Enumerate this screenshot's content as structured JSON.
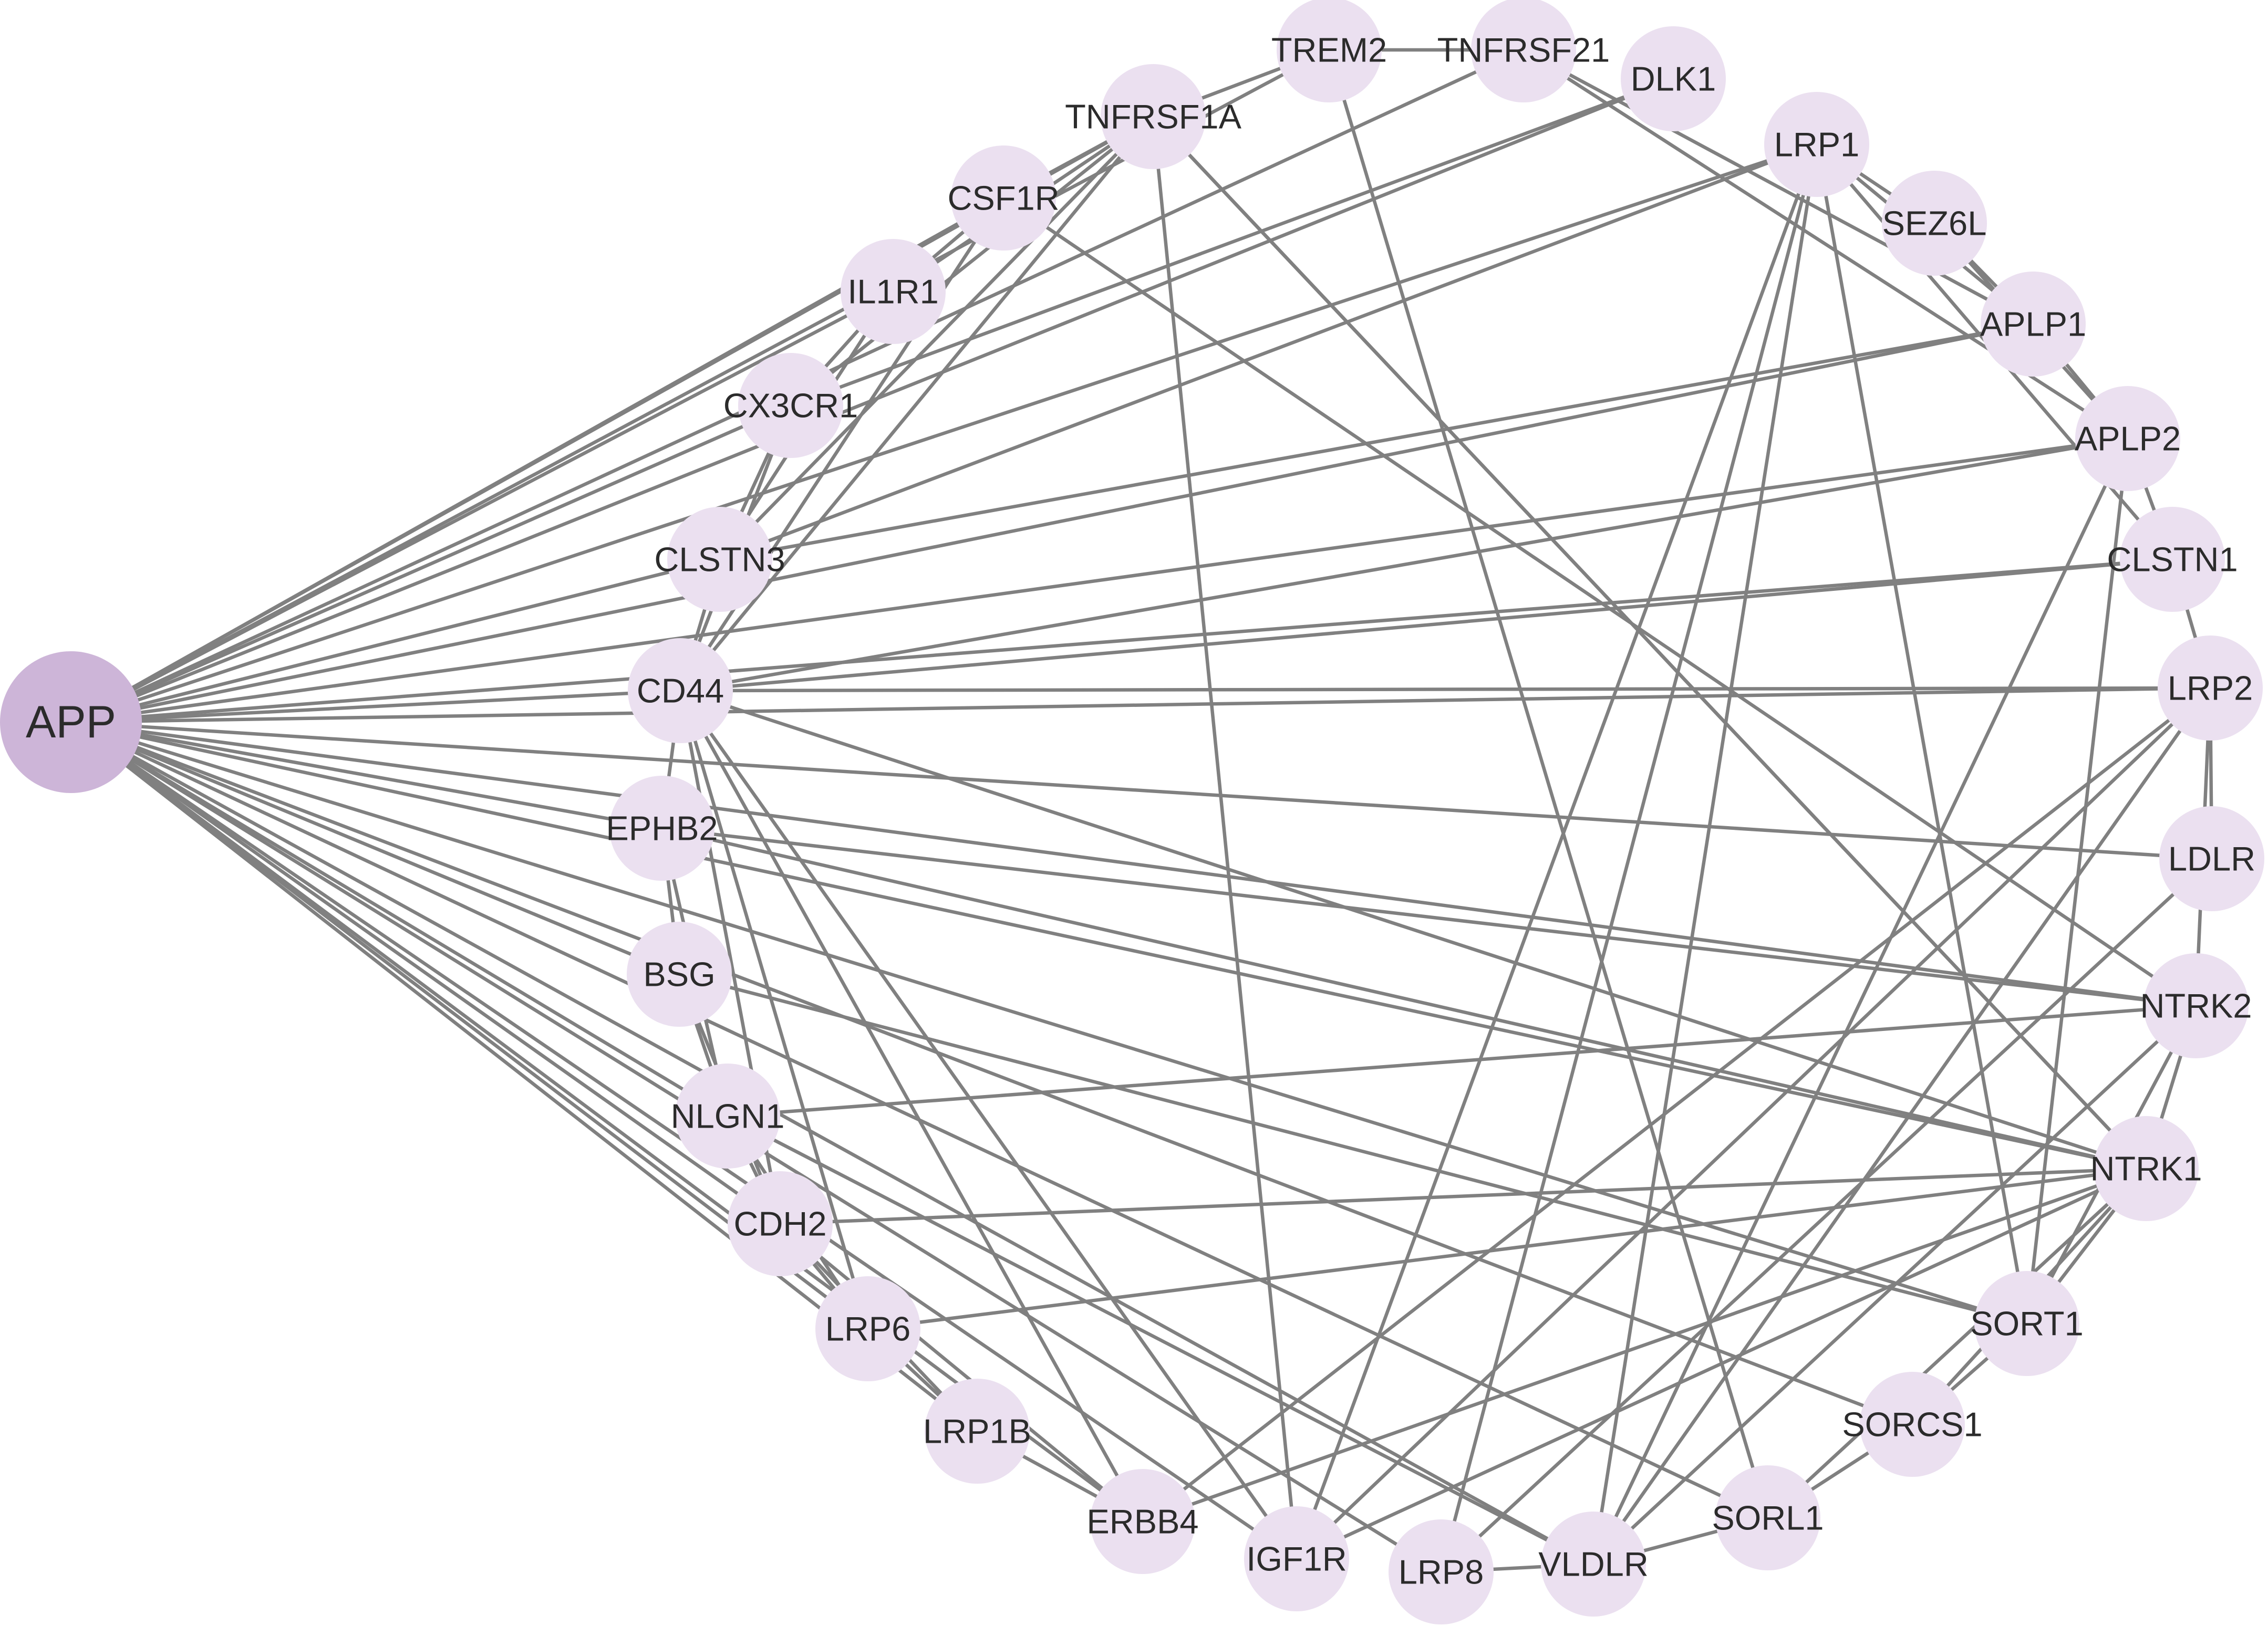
{
  "network": {
    "hub": "APP",
    "nodes": [
      "APP",
      "TREM2",
      "TNFRSF21",
      "DLK1",
      "TNFRSF1A",
      "CSF1R",
      "IL1R1",
      "CX3CR1",
      "CLSTN3",
      "CD44",
      "EPHB2",
      "BSG",
      "NLGN1",
      "CDH2",
      "LRP6",
      "LRP1B",
      "ERBB4",
      "IGF1R",
      "LRP8",
      "VLDLR",
      "SORL1",
      "SORCS1",
      "SORT1",
      "NTRK1",
      "NTRK2",
      "LDLR",
      "LRP2",
      "CLSTN1",
      "APLP2",
      "APLP1",
      "SEZ6L",
      "LRP1"
    ],
    "edges": [
      [
        "APP",
        "TREM2"
      ],
      [
        "APP",
        "TNFRSF21"
      ],
      [
        "APP",
        "DLK1"
      ],
      [
        "APP",
        "TNFRSF1A"
      ],
      [
        "APP",
        "CSF1R"
      ],
      [
        "APP",
        "IL1R1"
      ],
      [
        "APP",
        "CX3CR1"
      ],
      [
        "APP",
        "CLSTN3"
      ],
      [
        "APP",
        "CD44"
      ],
      [
        "APP",
        "EPHB2"
      ],
      [
        "APP",
        "BSG"
      ],
      [
        "APP",
        "NLGN1"
      ],
      [
        "APP",
        "CDH2"
      ],
      [
        "APP",
        "LRP6"
      ],
      [
        "APP",
        "LRP1B"
      ],
      [
        "APP",
        "ERBB4"
      ],
      [
        "APP",
        "IGF1R"
      ],
      [
        "APP",
        "LRP8"
      ],
      [
        "APP",
        "VLDLR"
      ],
      [
        "APP",
        "SORL1"
      ],
      [
        "APP",
        "SORCS1"
      ],
      [
        "APP",
        "SORT1"
      ],
      [
        "APP",
        "NTRK1"
      ],
      [
        "APP",
        "NTRK2"
      ],
      [
        "APP",
        "LDLR"
      ],
      [
        "APP",
        "LRP2"
      ],
      [
        "APP",
        "CLSTN1"
      ],
      [
        "APP",
        "APLP2"
      ],
      [
        "APP",
        "APLP1"
      ],
      [
        "APP",
        "LRP1"
      ],
      [
        "TNFRSF1A",
        "TREM2"
      ],
      [
        "TNFRSF21",
        "TREM2"
      ],
      [
        "TNFRSF1A",
        "CSF1R"
      ],
      [
        "CSF1R",
        "IL1R1"
      ],
      [
        "IL1R1",
        "CX3CR1"
      ],
      [
        "CX3CR1",
        "CLSTN3"
      ],
      [
        "CLSTN3",
        "CD44"
      ],
      [
        "CD44",
        "EPHB2"
      ],
      [
        "EPHB2",
        "BSG"
      ],
      [
        "BSG",
        "NLGN1"
      ],
      [
        "NLGN1",
        "CDH2"
      ],
      [
        "CDH2",
        "LRP6"
      ],
      [
        "LRP6",
        "LRP1B"
      ],
      [
        "LRP1B",
        "ERBB4"
      ],
      [
        "LRP8",
        "VLDLR"
      ],
      [
        "VLDLR",
        "SORL1"
      ],
      [
        "SORL1",
        "SORCS1"
      ],
      [
        "SORCS1",
        "SORT1"
      ],
      [
        "LRP1",
        "SEZ6L"
      ],
      [
        "SEZ6L",
        "APLP1"
      ],
      [
        "APLP1",
        "APLP2"
      ],
      [
        "APLP2",
        "CLSTN1"
      ],
      [
        "CLSTN1",
        "LRP2"
      ],
      [
        "LRP2",
        "LDLR"
      ],
      [
        "NTRK2",
        "NTRK1"
      ],
      [
        "TNFRSF1A",
        "IL1R1"
      ],
      [
        "TNFRSF1A",
        "CX3CR1"
      ],
      [
        "TNFRSF1A",
        "CLSTN3"
      ],
      [
        "TNFRSF1A",
        "CD44"
      ],
      [
        "TNFRSF1A",
        "IGF1R"
      ],
      [
        "TNFRSF1A",
        "NTRK1"
      ],
      [
        "TREM2",
        "SORL1"
      ],
      [
        "TNFRSF21",
        "APLP2"
      ],
      [
        "DLK1",
        "CX3CR1"
      ],
      [
        "CSF1R",
        "CD44"
      ],
      [
        "CSF1R",
        "NTRK2"
      ],
      [
        "IL1R1",
        "CLSTN3"
      ],
      [
        "CX3CR1",
        "CD44"
      ],
      [
        "CLSTN3",
        "LRP1"
      ],
      [
        "CLSTN3",
        "APLP1"
      ],
      [
        "CD44",
        "APLP2"
      ],
      [
        "CD44",
        "CLSTN1"
      ],
      [
        "CD44",
        "LRP2"
      ],
      [
        "CD44",
        "CDH2"
      ],
      [
        "CD44",
        "LRP6"
      ],
      [
        "CD44",
        "ERBB4"
      ],
      [
        "CD44",
        "IGF1R"
      ],
      [
        "CD44",
        "NTRK1"
      ],
      [
        "EPHB2",
        "NLGN1"
      ],
      [
        "EPHB2",
        "NTRK2"
      ],
      [
        "EPHB2",
        "NTRK1"
      ],
      [
        "BSG",
        "SORT1"
      ],
      [
        "BSG",
        "CDH2"
      ],
      [
        "NLGN1",
        "NTRK2"
      ],
      [
        "NLGN1",
        "VLDLR"
      ],
      [
        "NLGN1",
        "LRP6"
      ],
      [
        "CDH2",
        "NTRK1"
      ],
      [
        "CDH2",
        "LRP1B"
      ],
      [
        "LRP6",
        "NTRK1"
      ],
      [
        "CDH2",
        "ERBB4"
      ],
      [
        "ERBB4",
        "LRP2"
      ],
      [
        "ERBB4",
        "NTRK1"
      ],
      [
        "IGF1R",
        "LRP1"
      ],
      [
        "IGF1R",
        "LRP2"
      ],
      [
        "IGF1R",
        "NTRK1"
      ],
      [
        "LRP8",
        "LRP1"
      ],
      [
        "LRP8",
        "LDLR"
      ],
      [
        "VLDLR",
        "LRP1"
      ],
      [
        "VLDLR",
        "LRP2"
      ],
      [
        "VLDLR",
        "NTRK2"
      ],
      [
        "VLDLR",
        "APLP2"
      ],
      [
        "SORL1",
        "NTRK1"
      ],
      [
        "SORT1",
        "LRP1"
      ],
      [
        "SORT1",
        "APLP2"
      ],
      [
        "SORT1",
        "NTRK2"
      ],
      [
        "SORT1",
        "NTRK1"
      ],
      [
        "SORCS1",
        "NTRK1"
      ],
      [
        "NTRK2",
        "LRP2"
      ],
      [
        "LRP1",
        "APLP1"
      ],
      [
        "SEZ6L",
        "APLP2"
      ],
      [
        "NTRK1",
        "TNFRSF1A"
      ],
      [
        "APLP1",
        "TNFRSF21"
      ],
      [
        "CLSTN1",
        "LRP1"
      ]
    ],
    "colors": {
      "edge": "#808080",
      "node": "#ebe0f0",
      "hub": "#cdb5d8",
      "label": "#2b2b2b"
    }
  }
}
